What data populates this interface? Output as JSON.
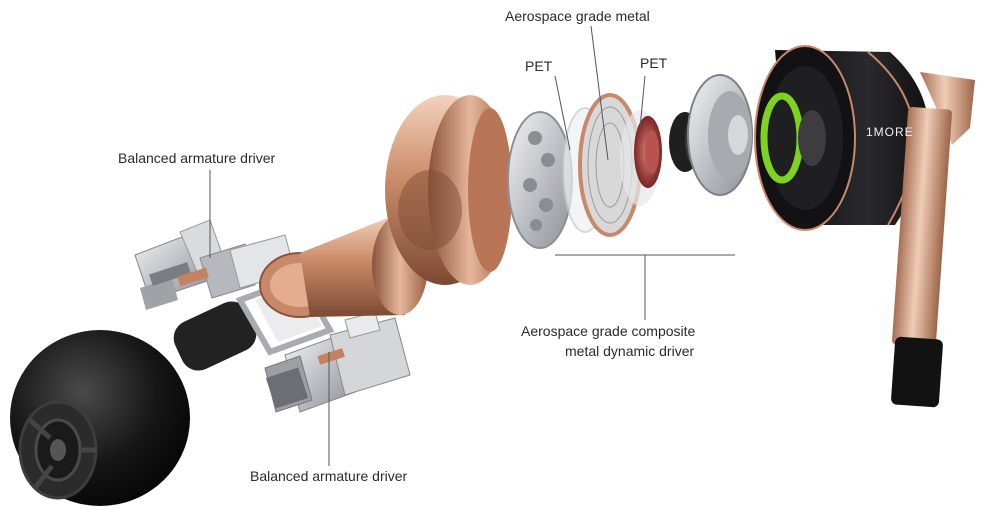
{
  "labels": {
    "ba_top": "Balanced armature driver",
    "ba_bottom": "Balanced armature driver",
    "aerospace_metal": "Aerospace  grade metal",
    "pet_left": "PET",
    "pet_right": "PET",
    "composite_line1": "Aerospace  grade composite",
    "composite_line2": "metal dynamic driver"
  },
  "brand": "1MORE",
  "colors": {
    "rose_gold": "#c8896b",
    "black_shell": "#1c1c1e",
    "accent_green": "#7ed321",
    "silver": "#c9cbcf",
    "copper_coil": "#a8403f",
    "leader_line": "#555555"
  }
}
